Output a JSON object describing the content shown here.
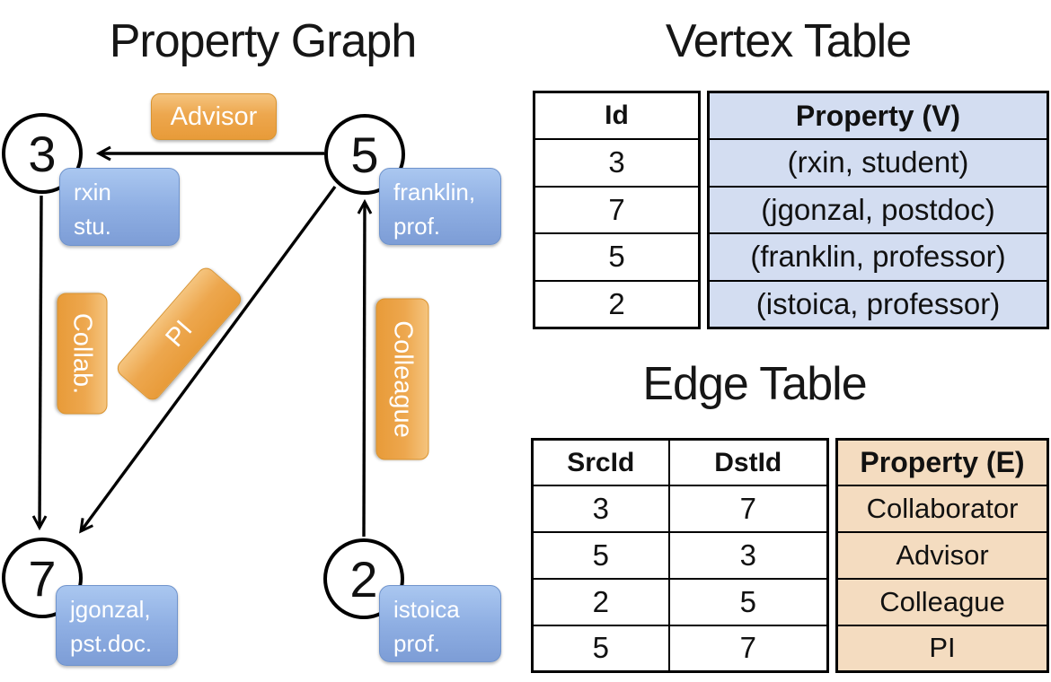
{
  "graph": {
    "title": "Property Graph",
    "nodes": [
      {
        "id": "3",
        "property": [
          "rxin",
          "stu."
        ]
      },
      {
        "id": "5",
        "property": [
          "franklin,",
          "prof."
        ]
      },
      {
        "id": "7",
        "property": [
          "jgonzal,",
          "pst.doc."
        ]
      },
      {
        "id": "2",
        "property": [
          "istoica",
          "prof."
        ]
      }
    ],
    "edges": [
      {
        "label": "Advisor",
        "from": "5",
        "to": "3"
      },
      {
        "label": "Collab.",
        "from": "3",
        "to": "7"
      },
      {
        "label": "PI",
        "from": "5",
        "to": "7"
      },
      {
        "label": "Colleague",
        "from": "2",
        "to": "5"
      }
    ]
  },
  "vertex_table": {
    "title": "Vertex Table",
    "headers": [
      "Id",
      "Property (V)"
    ],
    "rows": [
      [
        "3",
        "(rxin, student)"
      ],
      [
        "7",
        "(jgonzal, postdoc)"
      ],
      [
        "5",
        "(franklin, professor)"
      ],
      [
        "2",
        "(istoica, professor)"
      ]
    ]
  },
  "edge_table": {
    "title": "Edge Table",
    "headers": [
      "SrcId",
      "DstId",
      "Property (E)"
    ],
    "rows": [
      [
        "3",
        "7",
        "Collaborator"
      ],
      [
        "5",
        "3",
        "Advisor"
      ],
      [
        "2",
        "5",
        "Colleague"
      ],
      [
        "5",
        "7",
        "PI"
      ]
    ]
  },
  "colors": {
    "edge_label_orange_top": "#f5c47e",
    "edge_label_orange_bottom": "#e89b39",
    "node_label_blue_top": "#aac7f0",
    "node_label_blue_bottom": "#7d9dd6",
    "vertex_property_bg": "#d3ddf1",
    "edge_property_bg": "#f4dcc0",
    "line_color": "#000000"
  }
}
